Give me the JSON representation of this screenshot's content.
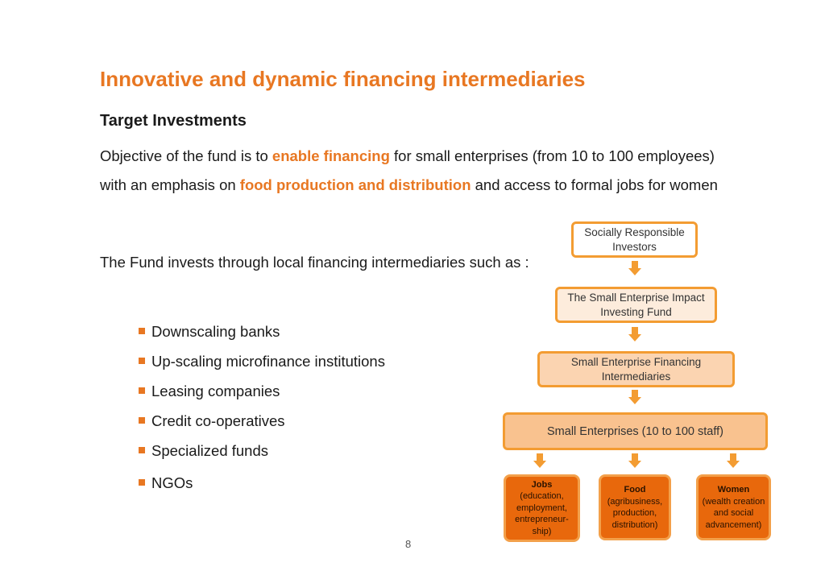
{
  "title": "Innovative and dynamic financing intermediaries",
  "subtitle": "Target Investments",
  "objective": {
    "part1": "Objective of the fund is to ",
    "highlight1": "enable financing",
    "part2": "  for small enterprises (from 10 to 100 employees) with an emphasis on ",
    "highlight2": "food production and distribution",
    "part3": " and access to formal jobs for women"
  },
  "invests_text": "The Fund invests through local financing  intermediaries such as :",
  "intermediaries": [
    "Downscaling banks",
    "Up-scaling microfinance institutions",
    "Leasing companies",
    "Credit co-operatives",
    "Specialized funds",
    "NGOs"
  ],
  "flowchart": {
    "level1": "Socially Responsible Investors",
    "level2": "The Small Enterprise Impact Investing Fund",
    "level3": "Small Enterprise Financing Intermediaries",
    "level4": "Small Enterprises  (10 to 100 staff)",
    "outcomes": [
      {
        "heading": "Jobs",
        "detail": "(education, employment, entrepreneur-ship)"
      },
      {
        "heading": "Food",
        "detail": "(agribusiness, production, distribution)"
      },
      {
        "heading": "Women",
        "detail": "(wealth creation and social advancement)"
      }
    ]
  },
  "page_number": "8",
  "colors": {
    "accent": "#e87722",
    "box_border": "#f39c32",
    "leaf_fill": "#e8680c"
  }
}
